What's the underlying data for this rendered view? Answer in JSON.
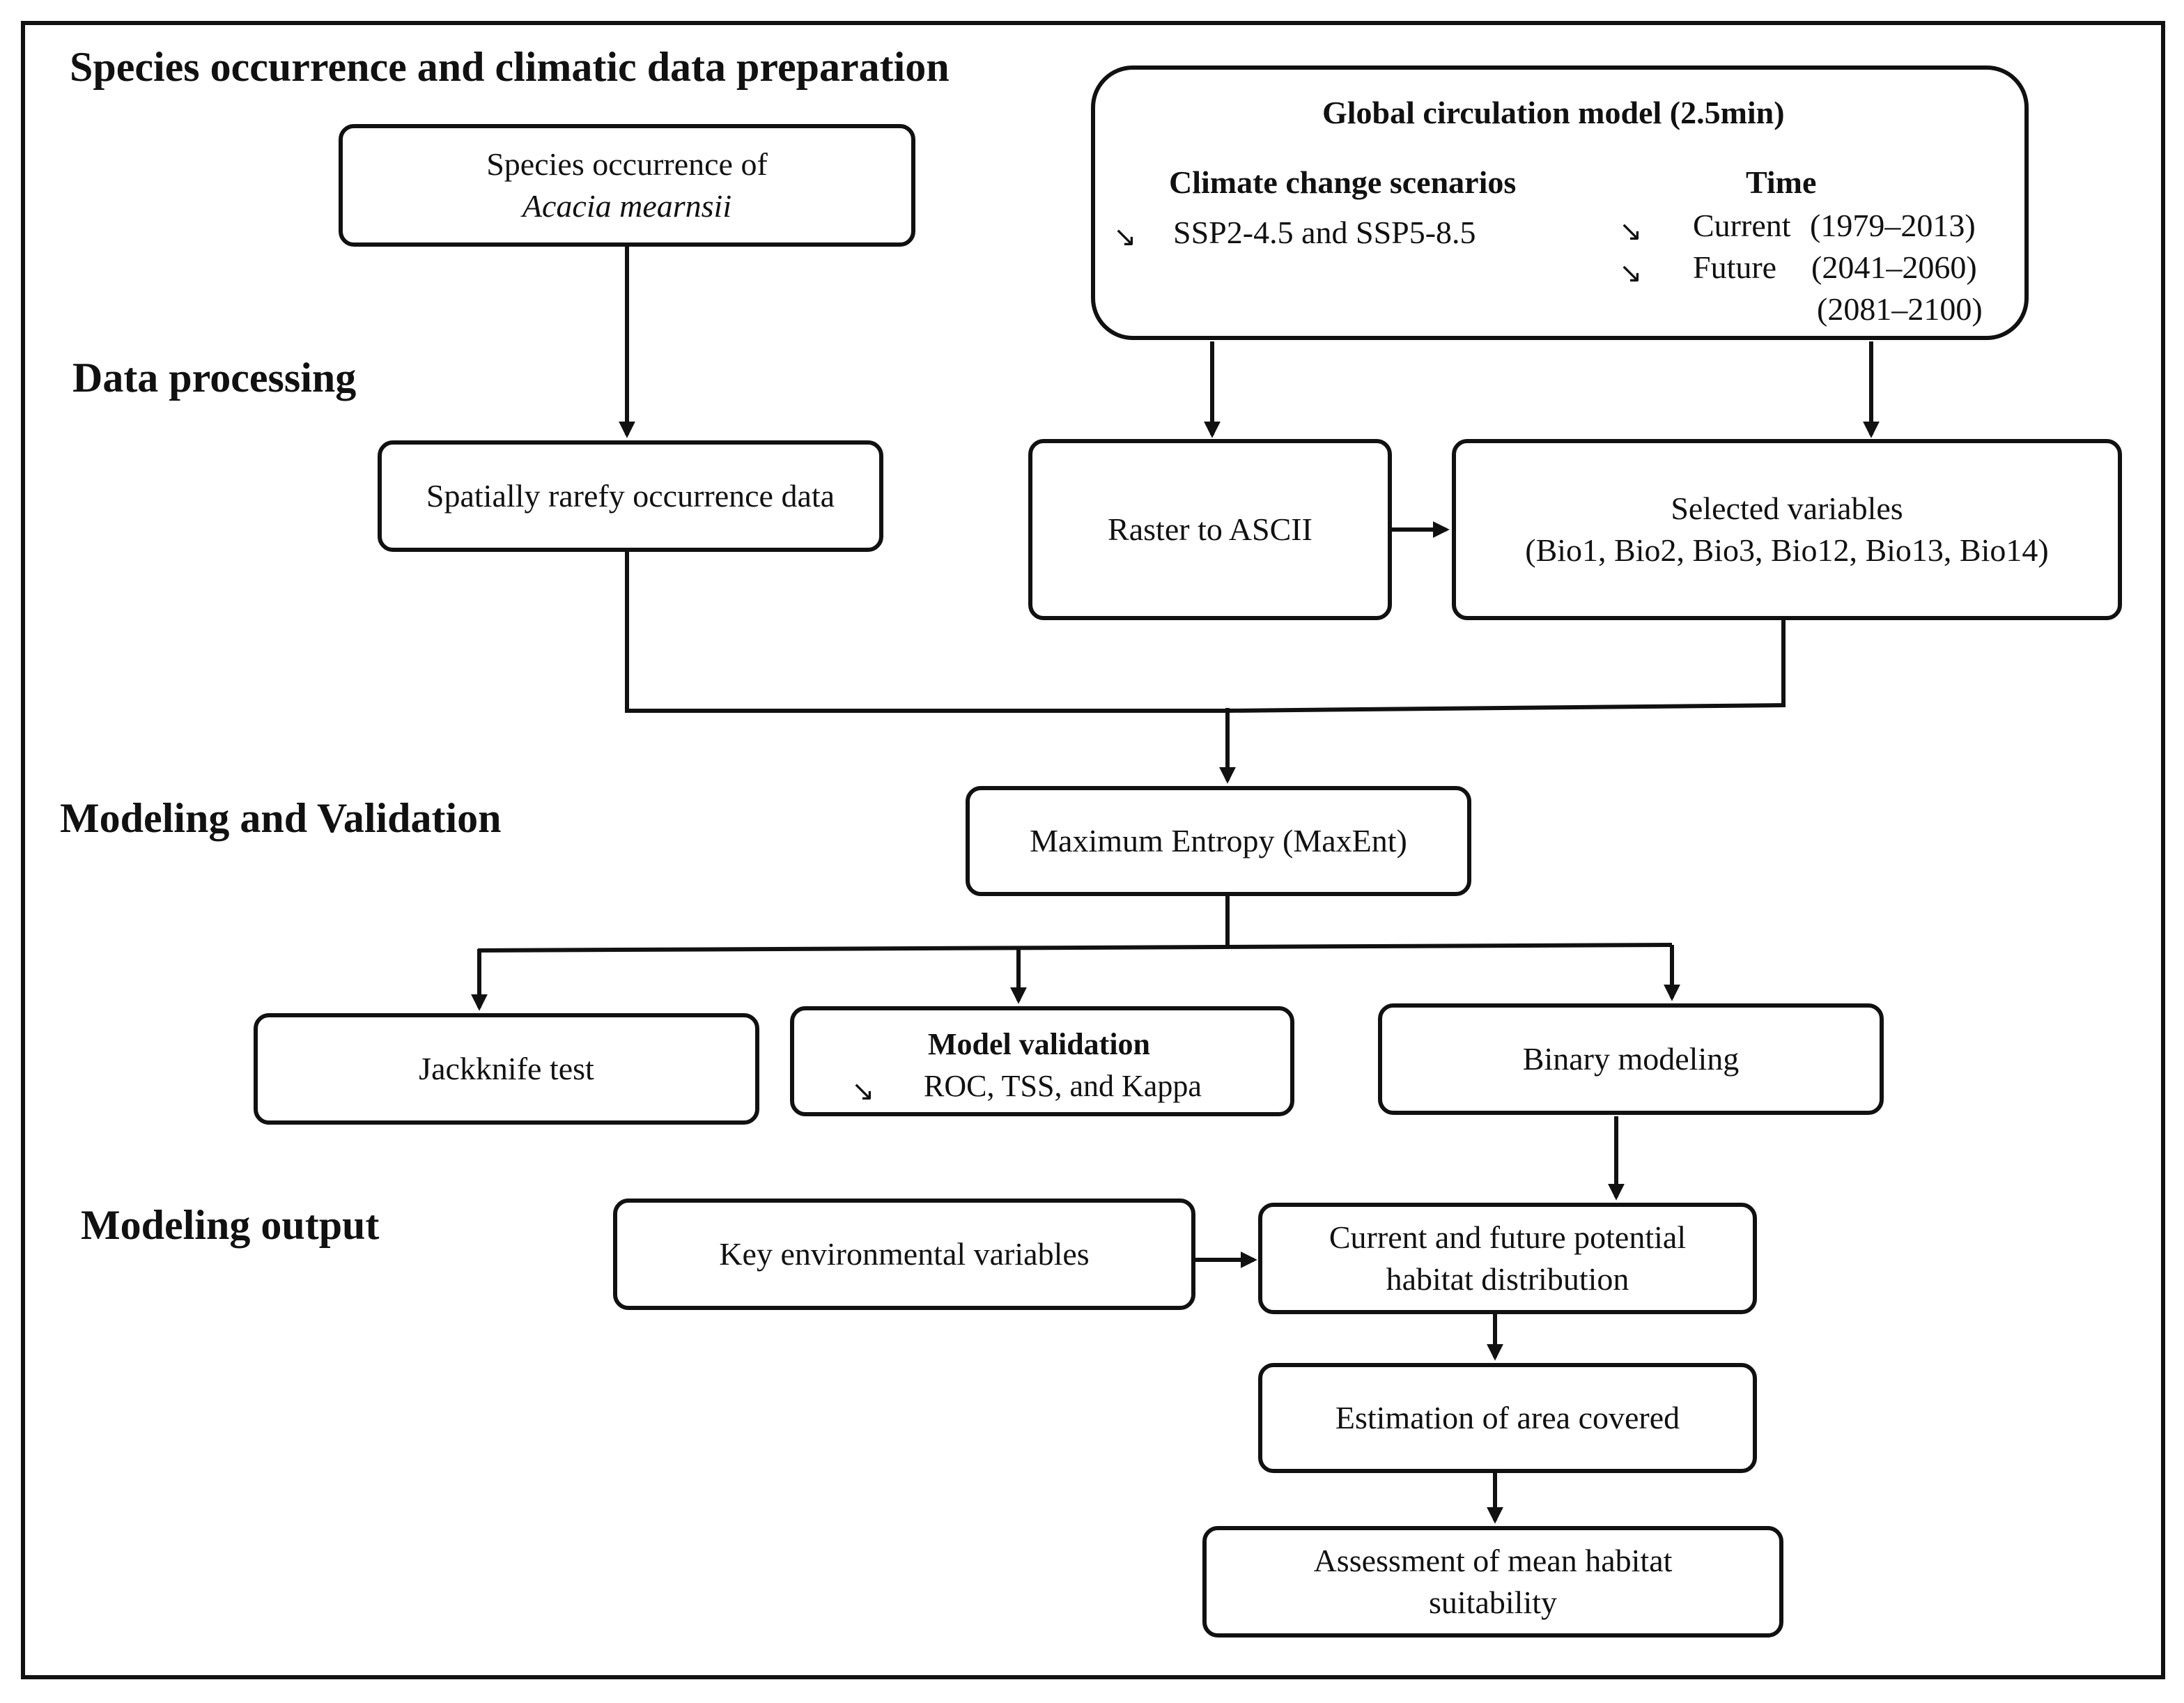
{
  "sections": {
    "preparation": "Species occurrence and climatic data preparation",
    "processing": "Data processing",
    "modeling": "Modeling and Validation",
    "output": "Modeling output"
  },
  "nodes": {
    "species_occurrence": {
      "line1": "Species occurrence of",
      "line2": "Acacia mearnsii"
    },
    "gcm": {
      "title": "Global circulation model (2.5min)",
      "scenarios_heading": "Climate change scenarios",
      "scenarios_item": "SSP2-4.5 and SSP5-8.5",
      "time_heading": "Time",
      "current_label": "Current",
      "current_range": "(1979–2013)",
      "future_label": "Future",
      "future_range1": "(2041–2060)",
      "future_range2": "(2081–2100)"
    },
    "rarefy": "Spatially rarefy occurrence data",
    "raster": "Raster to ASCII",
    "selected_vars": {
      "line1": "Selected variables",
      "line2": "(Bio1, Bio2, Bio3, Bio12, Bio13, Bio14)"
    },
    "maxent": "Maximum Entropy (MaxEnt)",
    "jackknife": "Jackknife test",
    "validation": {
      "title": "Model validation",
      "item": "ROC, TSS, and Kappa"
    },
    "binary": "Binary modeling",
    "key_vars": "Key environmental variables",
    "habitat": {
      "line1": "Current and future potential",
      "line2": "habitat distribution"
    },
    "area": "Estimation of area covered",
    "suitability": {
      "line1": "Assessment of mean habitat",
      "line2": "suitability"
    }
  },
  "bullet_glyph": "↘"
}
